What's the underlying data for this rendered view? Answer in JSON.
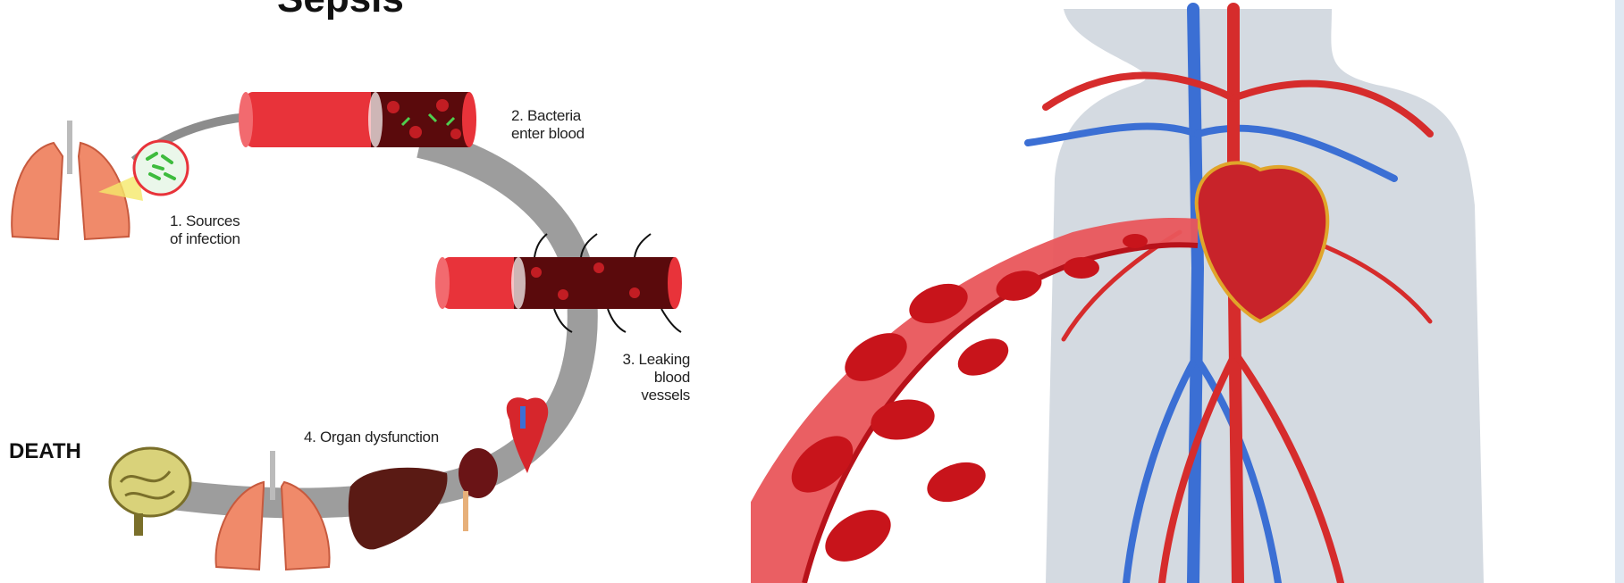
{
  "diagram": {
    "title": "Sepsis",
    "steps": [
      {
        "label_line1": "1. Sources",
        "label_line2": "of infection"
      },
      {
        "label_line1": "2. Bacteria",
        "label_line2": "enter blood"
      },
      {
        "label_line1": "3. Leaking",
        "label_line2": "blood",
        "label_line3": "vessels"
      },
      {
        "label_line1": "4. Organ dysfunction"
      }
    ],
    "end_label": "DEATH"
  },
  "colors": {
    "vessel_red": "#e8333a",
    "vessel_dark": "#5a0a0c",
    "bacteria_green": "#4fcf4f",
    "path_grey": "#8c8c8c",
    "lung_pink": "#f08a6a",
    "artery_red": "#d62c2c",
    "vein_blue": "#3b6fd4",
    "body_grey": "#cfd6de"
  },
  "icons": [
    "lungs-icon",
    "bacteria-magnifier-icon",
    "blood-vessel-icon",
    "heart-icon",
    "liver-icon",
    "kidney-icon",
    "brain-icon"
  ]
}
